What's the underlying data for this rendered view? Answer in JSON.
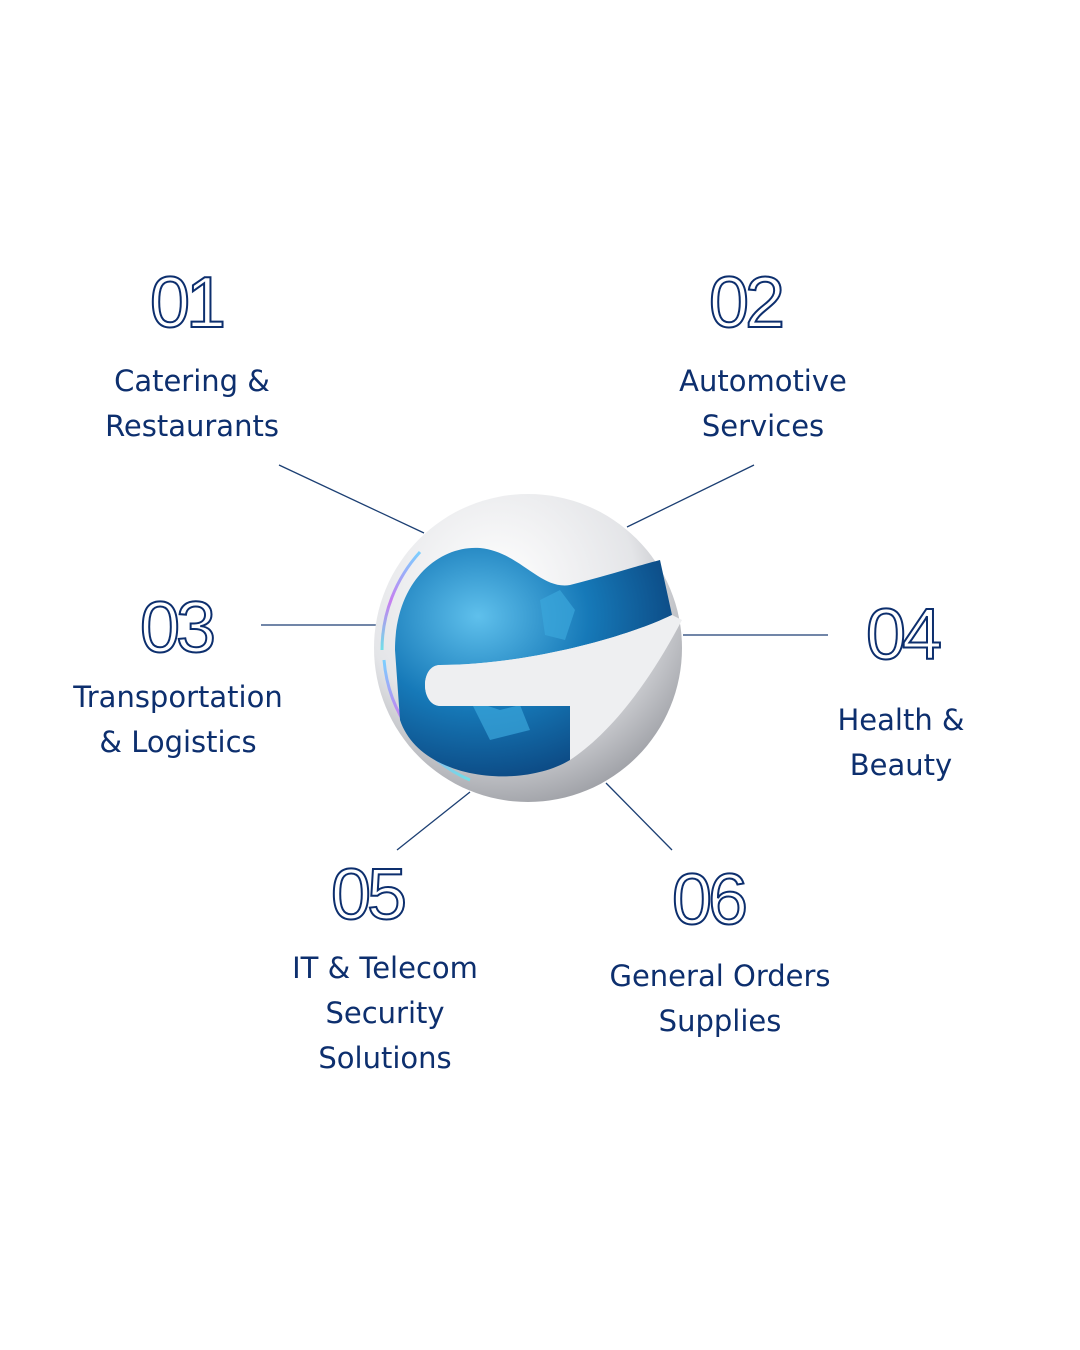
{
  "colors": {
    "text": "#0d2f6e",
    "line": "#1c3f73",
    "globe_blue": "#0f5e9e"
  },
  "center": {
    "icon": "globe-logo-icon"
  },
  "items": [
    {
      "number": "01",
      "lines": [
        "Catering &",
        "Restaurants"
      ]
    },
    {
      "number": "02",
      "lines": [
        "Automotive",
        "Services"
      ]
    },
    {
      "number": "03",
      "lines": [
        "Transportation",
        "& Logistics"
      ]
    },
    {
      "number": "04",
      "lines": [
        "Health &",
        "Beauty"
      ]
    },
    {
      "number": "05",
      "lines": [
        "IT & Telecom",
        "Security",
        "Solutions"
      ]
    },
    {
      "number": "06",
      "lines": [
        "General Orders",
        "Supplies"
      ]
    }
  ]
}
